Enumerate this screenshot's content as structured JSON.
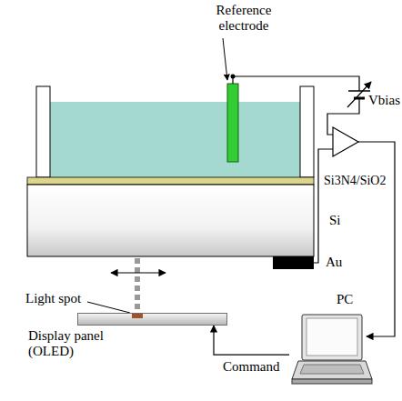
{
  "diagram": {
    "nodes": [
      {
        "text": [
          "Display panel (OLED)"
        ]
      },
      {
        "text": [
          "PC"
        ]
      }
    ],
    "edges": [
      {
        "from": 1,
        "to": 0,
        "label": "Command",
        "arrow": "to"
      }
    ],
    "labels": [
      "Reference electrode",
      "Vbias",
      "Si3N4/SiO2",
      "Si",
      "Au",
      "Light spot"
    ]
  }
}
